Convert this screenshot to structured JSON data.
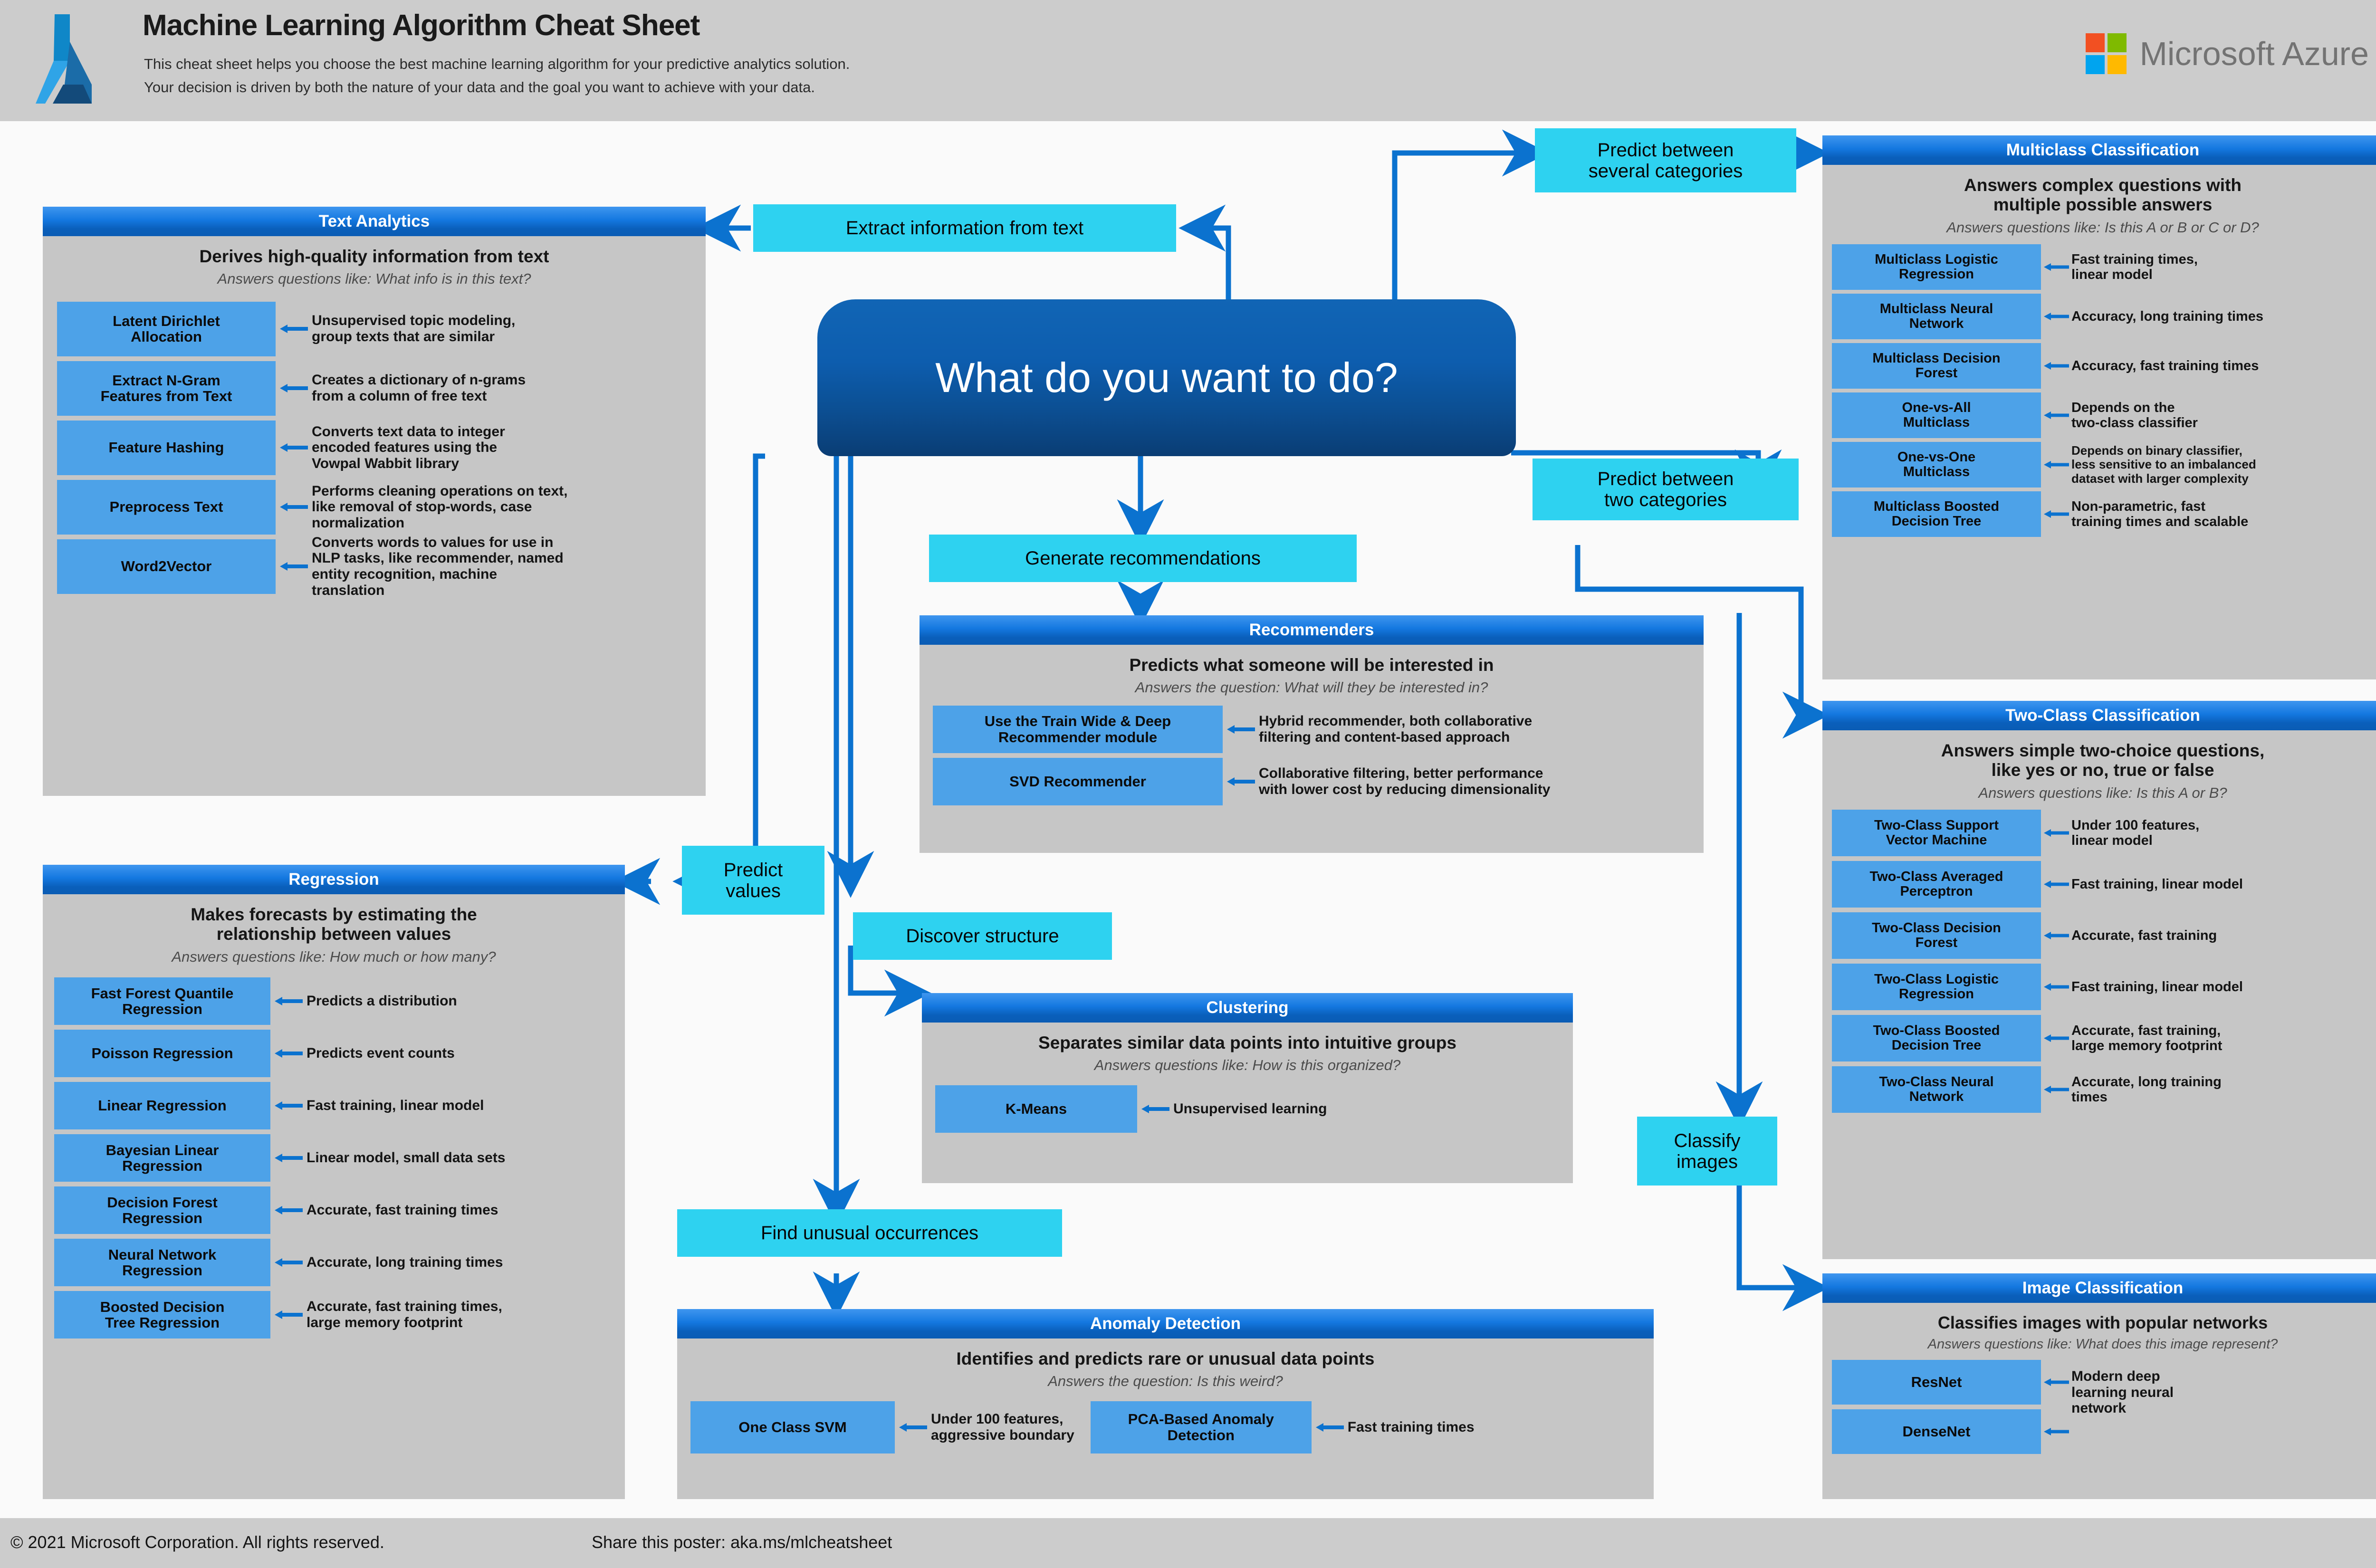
{
  "header": {
    "title": "Machine Learning Algorithm Cheat Sheet",
    "subtitle_line1": "This cheat sheet helps you choose the best machine learning algorithm for your predictive analytics solution.",
    "subtitle_line2": "Your decision is driven by both the nature of your data and the goal you want to achieve with your data.",
    "brand": "Microsoft Azure",
    "brand_colors": [
      "#f25022",
      "#7fba00",
      "#00a4ef",
      "#ffb900"
    ],
    "azure_logo_colors": [
      "#0f87c8",
      "#2fa4e7",
      "#1b6ca8",
      "#134a7a"
    ]
  },
  "footer": {
    "copyright": "© 2021 Microsoft Corporation. All rights reserved.",
    "share": "Share this poster: aka.ms/mlcheatsheet"
  },
  "decision": {
    "question": "What do you want to do?"
  },
  "theme": {
    "panel_bg": "#c6c6c6",
    "panel_header_top": "#3f96ef",
    "panel_header_bottom": "#0a5cb4",
    "chip_blue": "#4da2e8",
    "action_cyan": "#2ed2f0",
    "connector_blue": "#0b72cf",
    "page_bg": "#fafafa",
    "header_bg": "#cccccc"
  },
  "actions": [
    {
      "id": "extract-information-from-text",
      "label": "Extract information from text"
    },
    {
      "id": "predict-between-several-categories",
      "label": "Predict between\nseveral categories"
    },
    {
      "id": "predict-between-two-categories",
      "label": "Predict between\ntwo categories"
    },
    {
      "id": "generate-recommendations",
      "label": "Generate recommendations"
    },
    {
      "id": "predict-values",
      "label": "Predict\nvalues"
    },
    {
      "id": "discover-structure",
      "label": "Discover structure"
    },
    {
      "id": "classify-images",
      "label": "Classify\nimages"
    },
    {
      "id": "find-unusual-occurrences",
      "label": "Find unusual occurrences"
    }
  ],
  "panels": {
    "text_analytics": {
      "title": "Text Analytics",
      "lead": "Derives high-quality information from text",
      "question": "Answers questions like: What info is in this text?",
      "algorithms": [
        {
          "name": "Latent Dirichlet\nAllocation",
          "desc": "Unsupervised topic modeling,\ngroup texts that are similar"
        },
        {
          "name": "Extract N-Gram\nFeatures from Text",
          "desc": "Creates a dictionary of n-grams\nfrom a column of free text"
        },
        {
          "name": "Feature Hashing",
          "desc": "Converts text data to integer\nencoded features using the\nVowpal Wabbit library"
        },
        {
          "name": "Preprocess Text",
          "desc": "Performs cleaning operations on text,\nlike removal of stop-words, case\nnormalization"
        },
        {
          "name": "Word2Vector",
          "desc": "Converts words to values for use in\nNLP tasks, like recommender, named\nentity recognition, machine\ntranslation"
        }
      ]
    },
    "regression": {
      "title": "Regression",
      "lead": "Makes forecasts by estimating the\nrelationship between values",
      "question": "Answers questions like: How much or how many?",
      "algorithms": [
        {
          "name": "Fast Forest Quantile\nRegression",
          "desc": "Predicts a distribution"
        },
        {
          "name": "Poisson Regression",
          "desc": "Predicts event counts"
        },
        {
          "name": "Linear Regression",
          "desc": "Fast training, linear model"
        },
        {
          "name": "Bayesian Linear\nRegression",
          "desc": "Linear model, small data sets"
        },
        {
          "name": "Decision Forest\nRegression",
          "desc": "Accurate, fast training times"
        },
        {
          "name": "Neural Network\nRegression",
          "desc": "Accurate, long training times"
        },
        {
          "name": "Boosted Decision\nTree Regression",
          "desc": "Accurate, fast training times,\nlarge memory footprint"
        }
      ]
    },
    "recommenders": {
      "title": "Recommenders",
      "lead": "Predicts what someone will be interested in",
      "question": "Answers the question: What will they be interested in?",
      "algorithms": [
        {
          "name": "Use the Train Wide & Deep\nRecommender module",
          "desc": "Hybrid recommender, both collaborative\nfiltering and content-based approach"
        },
        {
          "name": "SVD Recommender",
          "desc": "Collaborative filtering, better performance\nwith lower cost by reducing dimensionality"
        }
      ]
    },
    "clustering": {
      "title": "Clustering",
      "lead": "Separates similar data points into intuitive groups",
      "question": "Answers questions like: How is this organized?",
      "algorithms": [
        {
          "name": "K-Means",
          "desc": "Unsupervised learning"
        }
      ]
    },
    "anomaly_detection": {
      "title": "Anomaly Detection",
      "lead": "Identifies and predicts rare or unusual data points",
      "question": "Answers the question: Is this weird?",
      "algorithms": [
        {
          "name": "One Class SVM",
          "desc": "Under 100 features,\naggressive boundary"
        },
        {
          "name": "PCA-Based Anomaly\nDetection",
          "desc": "Fast training times"
        }
      ]
    },
    "multiclass_classification": {
      "title": "Multiclass Classification",
      "lead": "Answers complex questions with\nmultiple possible answers",
      "question": "Answers questions like: Is this A or B or C or D?",
      "algorithms": [
        {
          "name": "Multiclass Logistic\nRegression",
          "desc": "Fast training times,\nlinear model"
        },
        {
          "name": "Multiclass Neural\nNetwork",
          "desc": "Accuracy, long training times"
        },
        {
          "name": "Multiclass Decision\nForest",
          "desc": "Accuracy, fast training times"
        },
        {
          "name": "One-vs-All\nMulticlass",
          "desc": "Depends on the\ntwo-class classifier"
        },
        {
          "name": "One-vs-One\nMulticlass",
          "desc": "Depends on binary classifier,\nless sensitive to an imbalanced\ndataset with larger complexity"
        },
        {
          "name": "Multiclass Boosted\nDecision Tree",
          "desc": "Non-parametric, fast\ntraining times and scalable"
        }
      ]
    },
    "two_class_classification": {
      "title": "Two-Class Classification",
      "lead": "Answers simple two-choice questions,\nlike yes or no, true or false",
      "question": "Answers questions like: Is this A or B?",
      "algorithms": [
        {
          "name": "Two-Class Support\nVector Machine",
          "desc": "Under 100 features,\nlinear model"
        },
        {
          "name": "Two-Class Averaged\nPerceptron",
          "desc": "Fast training, linear model"
        },
        {
          "name": "Two-Class Decision\nForest",
          "desc": "Accurate, fast training"
        },
        {
          "name": "Two-Class Logistic\nRegression",
          "desc": "Fast training, linear model"
        },
        {
          "name": "Two-Class Boosted\nDecision Tree",
          "desc": "Accurate, fast training,\nlarge memory footprint"
        },
        {
          "name": "Two-Class Neural\nNetwork",
          "desc": "Accurate, long training\ntimes"
        }
      ]
    },
    "image_classification": {
      "title": "Image Classification",
      "lead": "Classifies images with popular networks",
      "question": "Answers questions like: What does this image represent?",
      "algorithms": [
        {
          "name": "ResNet",
          "desc": "Modern deep\nlearning neural\nnetwork"
        },
        {
          "name": "DenseNet",
          "desc": ""
        }
      ]
    }
  }
}
